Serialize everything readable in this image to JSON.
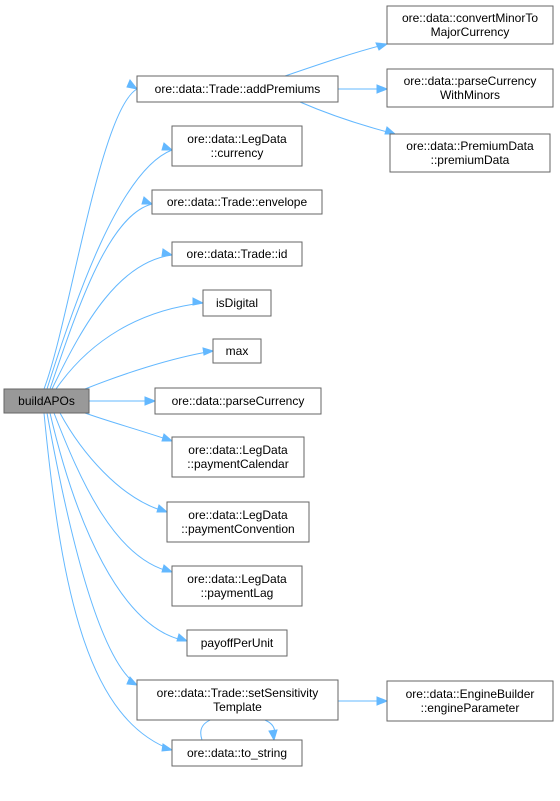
{
  "diagram": {
    "edge_color": "#63b8ff",
    "node_border_color": "#666666",
    "root_fill_color": "#999999",
    "nodes": [
      {
        "id": "build",
        "lines": [
          "buildAPOs"
        ],
        "root": true
      },
      {
        "id": "addPremiums",
        "lines": [
          "ore::data::Trade::addPremiums"
        ]
      },
      {
        "id": "convertMinor",
        "lines": [
          "ore::data::convertMinorTo",
          "MajorCurrency"
        ]
      },
      {
        "id": "parseCurrencyWithMinors",
        "lines": [
          "ore::data::parseCurrency",
          "WithMinors"
        ]
      },
      {
        "id": "premiumData",
        "lines": [
          "ore::data::PremiumData",
          "::premiumData"
        ]
      },
      {
        "id": "legCurrency",
        "lines": [
          "ore::data::LegData",
          "::currency"
        ]
      },
      {
        "id": "envelope",
        "lines": [
          "ore::data::Trade::envelope"
        ]
      },
      {
        "id": "tradeId",
        "lines": [
          "ore::data::Trade::id"
        ]
      },
      {
        "id": "isDigital",
        "lines": [
          "isDigital"
        ]
      },
      {
        "id": "max",
        "lines": [
          "max"
        ]
      },
      {
        "id": "parseCurrency",
        "lines": [
          "ore::data::parseCurrency"
        ]
      },
      {
        "id": "paymentCalendar",
        "lines": [
          "ore::data::LegData",
          "::paymentCalendar"
        ]
      },
      {
        "id": "paymentConvention",
        "lines": [
          "ore::data::LegData",
          "::paymentConvention"
        ]
      },
      {
        "id": "paymentLag",
        "lines": [
          "ore::data::LegData",
          "::paymentLag"
        ]
      },
      {
        "id": "payoffPerUnit",
        "lines": [
          "payoffPerUnit"
        ]
      },
      {
        "id": "setSensitivity",
        "lines": [
          "ore::data::Trade::setSensitivity",
          "Template"
        ]
      },
      {
        "id": "engineParameter",
        "lines": [
          "ore::data::EngineBuilder",
          "::engineParameter"
        ]
      },
      {
        "id": "toString",
        "lines": [
          "ore::data::to_string"
        ]
      }
    ],
    "edges": [
      {
        "from": "build",
        "to": "addPremiums"
      },
      {
        "from": "build",
        "to": "legCurrency"
      },
      {
        "from": "build",
        "to": "envelope"
      },
      {
        "from": "build",
        "to": "tradeId"
      },
      {
        "from": "build",
        "to": "isDigital"
      },
      {
        "from": "build",
        "to": "max"
      },
      {
        "from": "build",
        "to": "parseCurrency"
      },
      {
        "from": "build",
        "to": "paymentCalendar"
      },
      {
        "from": "build",
        "to": "paymentConvention"
      },
      {
        "from": "build",
        "to": "paymentLag"
      },
      {
        "from": "build",
        "to": "payoffPerUnit"
      },
      {
        "from": "build",
        "to": "setSensitivity"
      },
      {
        "from": "build",
        "to": "toString"
      },
      {
        "from": "addPremiums",
        "to": "convertMinor"
      },
      {
        "from": "addPremiums",
        "to": "parseCurrencyWithMinors"
      },
      {
        "from": "addPremiums",
        "to": "premiumData"
      },
      {
        "from": "setSensitivity",
        "to": "engineParameter"
      },
      {
        "from": "toString",
        "to": "toString"
      }
    ]
  }
}
